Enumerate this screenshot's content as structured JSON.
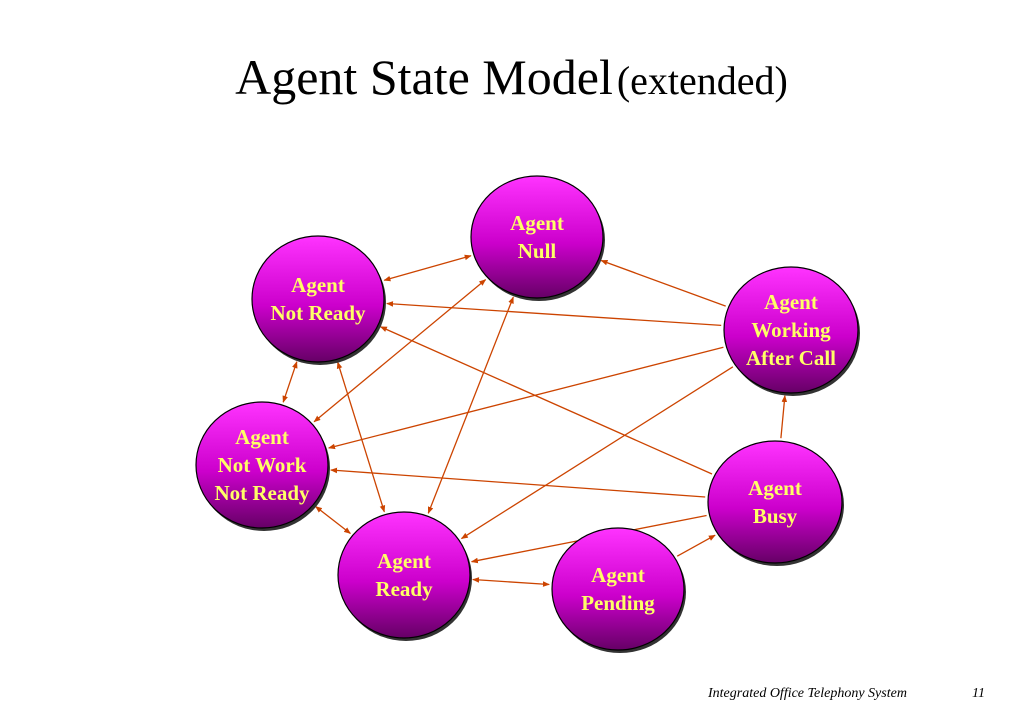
{
  "title": {
    "main": "Agent State Model",
    "sub": "(extended)"
  },
  "colors": {
    "node_fill_top": "#ff33ff",
    "node_fill_bottom": "#660066",
    "node_text": "#ffff66",
    "arrow": "#cc4400"
  },
  "nodes": [
    {
      "id": "null",
      "lines": [
        "Agent",
        "Null"
      ]
    },
    {
      "id": "not-ready",
      "lines": [
        "Agent",
        "Not Ready"
      ]
    },
    {
      "id": "working-after-call",
      "lines": [
        "Agent",
        "Working",
        "After Call"
      ]
    },
    {
      "id": "not-work-not-ready",
      "lines": [
        "Agent",
        "Not Work",
        "Not Ready"
      ]
    },
    {
      "id": "busy",
      "lines": [
        "Agent",
        "Busy"
      ]
    },
    {
      "id": "ready",
      "lines": [
        "Agent",
        "Ready"
      ]
    },
    {
      "id": "pending",
      "lines": [
        "Agent",
        "Pending"
      ]
    }
  ],
  "transitions": [
    {
      "from": "not-ready",
      "to": "null",
      "bidirectional": true
    },
    {
      "from": "working-after-call",
      "to": "null",
      "bidirectional": false
    },
    {
      "from": "working-after-call",
      "to": "not-ready",
      "bidirectional": false
    },
    {
      "from": "busy",
      "to": "not-ready",
      "bidirectional": false
    },
    {
      "from": "not-ready",
      "to": "not-work-not-ready",
      "bidirectional": true
    },
    {
      "from": "not-ready",
      "to": "ready",
      "bidirectional": true
    },
    {
      "from": "not-work-not-ready",
      "to": "null",
      "bidirectional": true
    },
    {
      "from": "ready",
      "to": "null",
      "bidirectional": true
    },
    {
      "from": "working-after-call",
      "to": "not-work-not-ready",
      "bidirectional": false
    },
    {
      "from": "working-after-call",
      "to": "ready",
      "bidirectional": false
    },
    {
      "from": "busy",
      "to": "not-work-not-ready",
      "bidirectional": false
    },
    {
      "from": "busy",
      "to": "ready",
      "bidirectional": false
    },
    {
      "from": "busy",
      "to": "working-after-call",
      "bidirectional": false
    },
    {
      "from": "not-work-not-ready",
      "to": "ready",
      "bidirectional": true
    },
    {
      "from": "ready",
      "to": "pending",
      "bidirectional": true
    },
    {
      "from": "pending",
      "to": "busy",
      "bidirectional": false
    }
  ],
  "footer": {
    "text": "Integrated Office Telephony System",
    "page": "11"
  }
}
